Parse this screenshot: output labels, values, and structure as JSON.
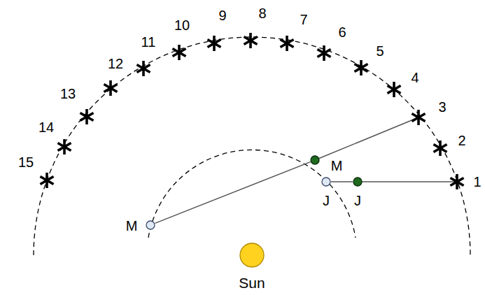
{
  "diagram": {
    "nodes": [
      {
        "text": [
          "M"
        ]
      },
      {
        "text": [
          "J"
        ]
      },
      {
        "text": [
          "J"
        ]
      },
      {
        "text": [
          "M"
        ]
      },
      {
        "text": [
          "Sun"
        ]
      }
    ],
    "edges": [
      {
        "from": 3,
        "to": 0,
        "arrow": "none"
      },
      {
        "from": 1,
        "to": 2,
        "arrow": "none"
      }
    ],
    "labels": [
      "1",
      "2",
      "3",
      "4",
      "5",
      "6",
      "7",
      "8",
      "9",
      "10",
      "11",
      "12",
      "13",
      "14",
      "15"
    ]
  }
}
